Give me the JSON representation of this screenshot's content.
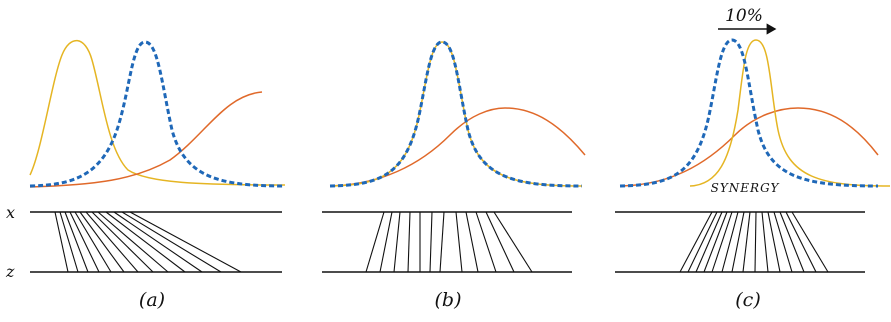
{
  "axis_labels": {
    "x": "x",
    "z": "z"
  },
  "panels": [
    {
      "caption": "(a)"
    },
    {
      "caption": "(b)"
    },
    {
      "caption": "(c)",
      "annotation": "SYNERGY",
      "shift_label": "10%"
    }
  ],
  "colors": {
    "yellow_curve": "#E5B523",
    "orange_curve": "#E0692A",
    "blue_dashed": "#1F68B8",
    "lines": "#111111"
  }
}
